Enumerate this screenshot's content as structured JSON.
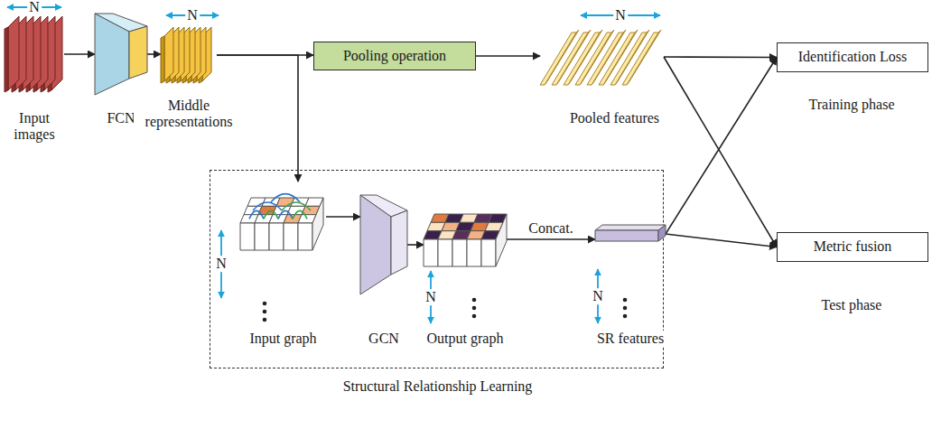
{
  "diagram": {
    "nodes": [
      {
        "text": [
          "Input images"
        ]
      },
      {
        "text": [
          "FCN"
        ]
      },
      {
        "text": [
          "Middle representations"
        ]
      },
      {
        "text": [
          "Pooling operation"
        ]
      },
      {
        "text": [
          "Pooled features"
        ]
      },
      {
        "text": [
          "Identification Loss"
        ]
      },
      {
        "text": [
          "Metric fusion"
        ]
      },
      {
        "text": [
          "Structural Relationship Learning"
        ]
      },
      {
        "text": [
          "Input graph"
        ],
        "in": 7
      },
      {
        "text": [
          "GCN"
        ],
        "in": 7
      },
      {
        "text": [
          "Output graph"
        ],
        "in": 7
      },
      {
        "text": [
          "SR features"
        ],
        "in": 7
      }
    ],
    "edges": [
      {
        "from": 0,
        "to": 1,
        "arrow": "to"
      },
      {
        "from": 1,
        "to": 2,
        "arrow": "to"
      },
      {
        "from": 2,
        "to": 3,
        "arrow": "to"
      },
      {
        "from": 2,
        "to": 8,
        "arrow": "to"
      },
      {
        "from": 3,
        "to": 4,
        "arrow": "to"
      },
      {
        "from": 8,
        "to": 9,
        "arrow": "to"
      },
      {
        "from": 9,
        "to": 10,
        "arrow": "to"
      },
      {
        "from": 10,
        "to": 11,
        "label": "Concat.",
        "arrow": "to"
      },
      {
        "from": 4,
        "to": 5,
        "arrow": "to"
      },
      {
        "from": 4,
        "to": 6,
        "arrow": "to"
      },
      {
        "from": 11,
        "to": 5,
        "arrow": "to"
      },
      {
        "from": 11,
        "to": 6,
        "arrow": "to"
      }
    ],
    "labels": [
      "N",
      "N",
      "N",
      "N",
      "N",
      "N",
      "Training phase",
      "Test phase"
    ]
  }
}
